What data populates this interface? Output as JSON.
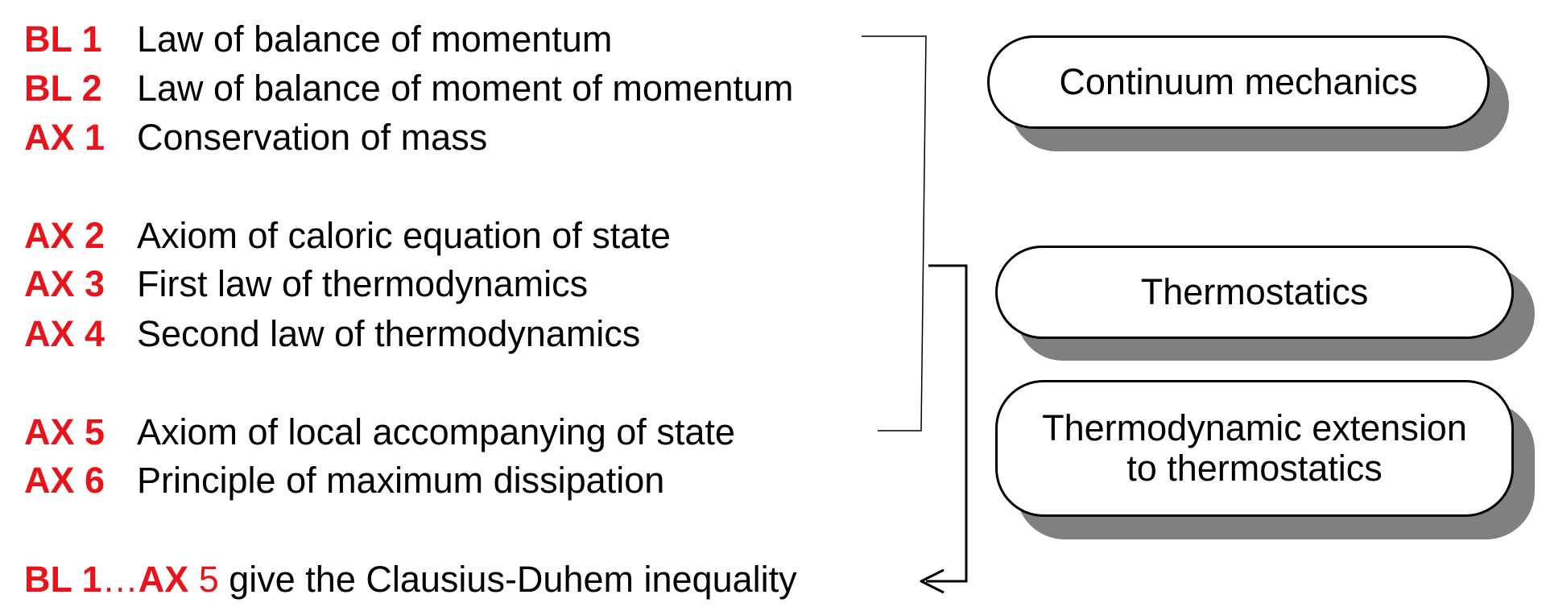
{
  "axioms": [
    {
      "code": "BL 1",
      "text": "Law of balance of momentum"
    },
    {
      "code": "BL 2",
      "text": "Law of balance of moment of momentum"
    },
    {
      "code": "AX 1",
      "text": "Conservation of mass"
    },
    {
      "code": "AX 2",
      "text": "Axiom of caloric equation of state"
    },
    {
      "code": "AX 3",
      "text": "First law of thermodynamics"
    },
    {
      "code": "AX 4",
      "text": "Second law of thermodynamics"
    },
    {
      "code": "AX 5",
      "text": "Axiom of local accompanying of state"
    },
    {
      "code": "AX 6",
      "text": "Principle of maximum dissipation"
    }
  ],
  "conclusion": {
    "start_code": "BL 1",
    "ellipsis": "…",
    "end_code_bold": "AX",
    "end_num": " 5",
    "text": " give the Clausius-Duhem inequality"
  },
  "boxes": {
    "continuum": "Continuum mechanics",
    "thermostatics": "Thermostatics",
    "extension_line1": "Thermodynamic extension",
    "extension_line2": "to thermostatics"
  },
  "colors": {
    "accent": "#e8141b",
    "shadow": "#808080"
  }
}
